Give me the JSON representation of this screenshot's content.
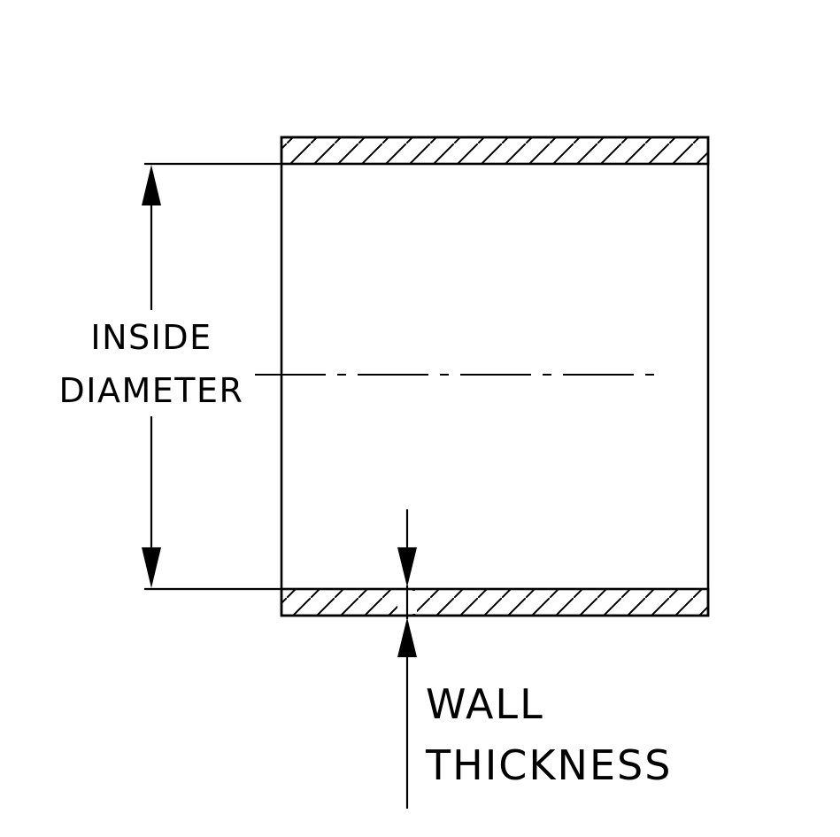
{
  "diagram": {
    "description": "Technical cross-section drawing of a hose/tube showing inside diameter and wall thickness",
    "colors": {
      "line": "#000000",
      "background": "#ffffff"
    },
    "inside_diameter_label": {
      "line1": "INSIDE",
      "line2": "DIAMETER"
    },
    "wall_thickness_label": {
      "line1": "WALL",
      "line2": "THICKNESS"
    }
  }
}
